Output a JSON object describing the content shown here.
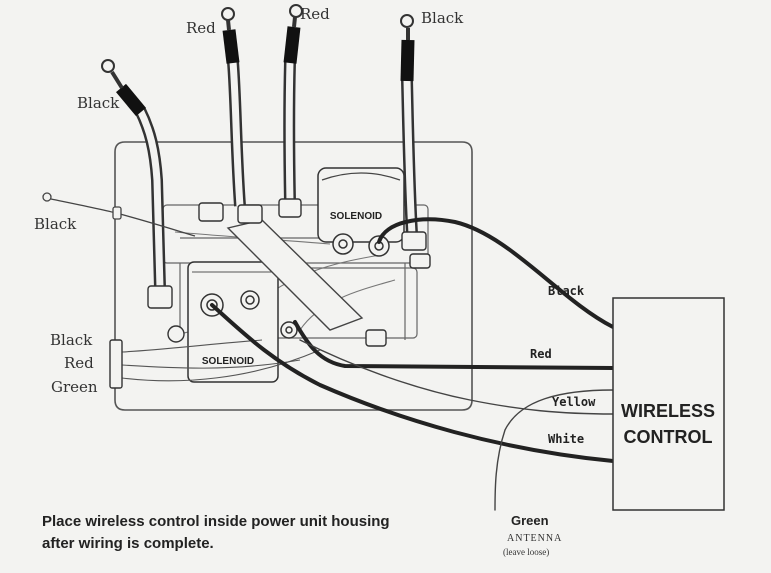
{
  "diagram": {
    "cables": {
      "black_left": "Black",
      "red_center_left": "Red",
      "red_center_right": "Red",
      "black_right": "Black",
      "black_thin_lead": "Black"
    },
    "connector_leads": [
      "Black",
      "Red",
      "Green"
    ],
    "solenoids": {
      "upper": "SOLENOID",
      "lower": "SOLENOID"
    },
    "control_wires": {
      "black": "Black",
      "red": "Red",
      "yellow": "Yellow",
      "white": "White"
    },
    "control_box": {
      "line1": "WIRELESS",
      "line2": "CONTROL"
    },
    "antenna": {
      "wire_color": "Green",
      "label": "ANTENNA",
      "note": "(leave loose)"
    },
    "instructions": [
      "Place wireless control inside power unit housing",
      "after wiring is complete."
    ]
  }
}
